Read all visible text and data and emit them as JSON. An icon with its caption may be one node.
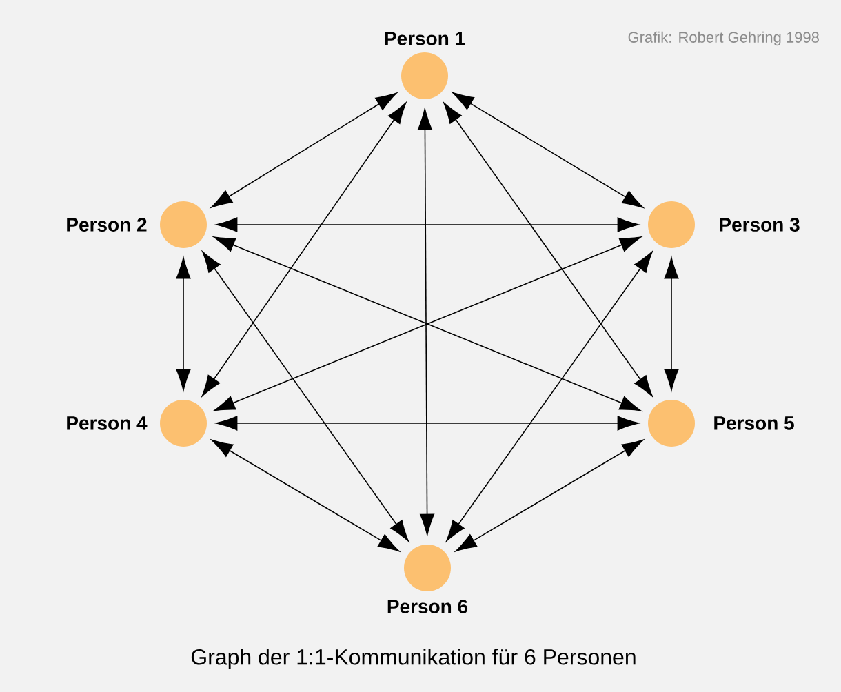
{
  "diagram": {
    "caption": "Graph der 1:1-Kommunikation für 6 Personen",
    "nodes": [
      {
        "text": [
          "Person 1"
        ]
      },
      {
        "text": [
          "Person 2"
        ]
      },
      {
        "text": [
          "Person 3"
        ]
      },
      {
        "text": [
          "Person 4"
        ]
      },
      {
        "text": [
          "Person 5"
        ]
      },
      {
        "text": [
          "Person 6"
        ]
      }
    ],
    "edges": [
      {
        "from": 0,
        "to": 1,
        "arrow": "both"
      },
      {
        "from": 0,
        "to": 2,
        "arrow": "both"
      },
      {
        "from": 0,
        "to": 3,
        "arrow": "both"
      },
      {
        "from": 0,
        "to": 4,
        "arrow": "both"
      },
      {
        "from": 0,
        "to": 5,
        "arrow": "both"
      },
      {
        "from": 1,
        "to": 2,
        "arrow": "both"
      },
      {
        "from": 1,
        "to": 3,
        "arrow": "both"
      },
      {
        "from": 1,
        "to": 4,
        "arrow": "both"
      },
      {
        "from": 1,
        "to": 5,
        "arrow": "both"
      },
      {
        "from": 2,
        "to": 3,
        "arrow": "both"
      },
      {
        "from": 2,
        "to": 4,
        "arrow": "both"
      },
      {
        "from": 2,
        "to": 5,
        "arrow": "both"
      },
      {
        "from": 3,
        "to": 4,
        "arrow": "both"
      },
      {
        "from": 3,
        "to": 5,
        "arrow": "both"
      },
      {
        "from": 4,
        "to": 5,
        "arrow": "both"
      }
    ],
    "labels": [
      "Grafik: Robert Gehring 1998"
    ]
  }
}
